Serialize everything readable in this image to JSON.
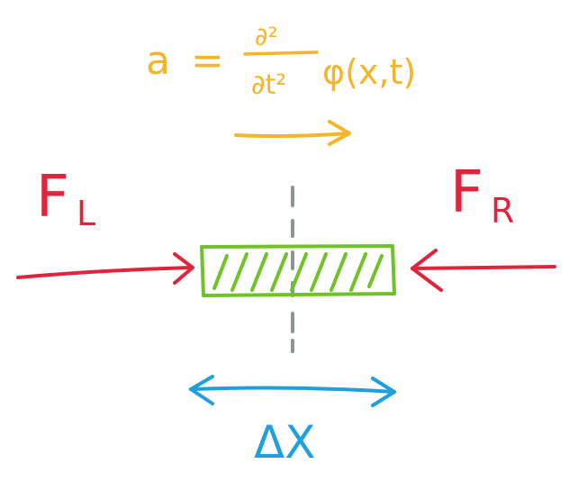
{
  "equation": {
    "lhs": "a",
    "equals": "=",
    "numerator": "∂²",
    "denominator": "∂t²",
    "function": "φ(x,t)"
  },
  "forces": {
    "left": {
      "base": "F",
      "subscript": "L"
    },
    "right": {
      "base": "F",
      "subscript": "R"
    }
  },
  "width_label": "ΔX",
  "colors": {
    "acceleration": "#f5b528",
    "force": "#e0243b",
    "element": "#6fc328",
    "width": "#1f9fdb",
    "centerline": "#8a9396"
  }
}
